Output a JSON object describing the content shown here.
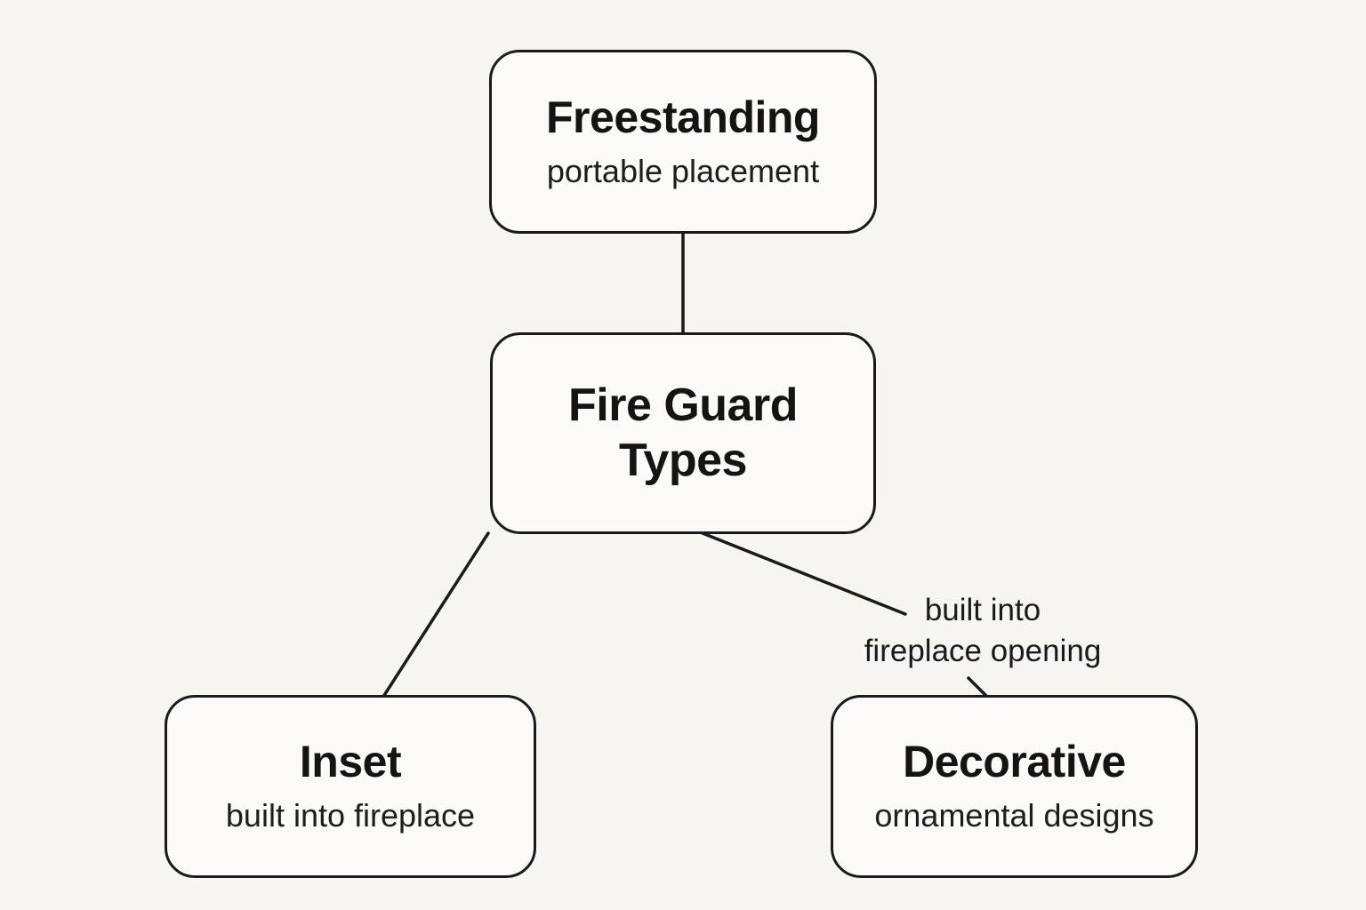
{
  "diagram": {
    "type": "flowchart",
    "colors": {
      "background": "#f6f5f2",
      "node_fill": "#fbfaf8",
      "border": "#1a1a1a",
      "text": "#141414"
    },
    "root_node": {
      "label": "Fire Guard Types"
    },
    "nodes": [
      {
        "id": "freestanding",
        "label": "Freestanding",
        "description": "portable placement"
      },
      {
        "id": "inset",
        "label": "Inset",
        "description": "built into fireplace"
      },
      {
        "id": "decorative",
        "label": "Decorative",
        "description": "ornamental designs"
      }
    ],
    "edges": [
      {
        "from": "Fire Guard Types",
        "to": "Freestanding",
        "label": ""
      },
      {
        "from": "Fire Guard Types",
        "to": "Inset",
        "label": ""
      },
      {
        "from": "Fire Guard Types",
        "to": "Decorative",
        "label": "built into fireplace opening"
      }
    ],
    "edge_label": {
      "line1": "built into",
      "line2": "fireplace opening"
    }
  }
}
